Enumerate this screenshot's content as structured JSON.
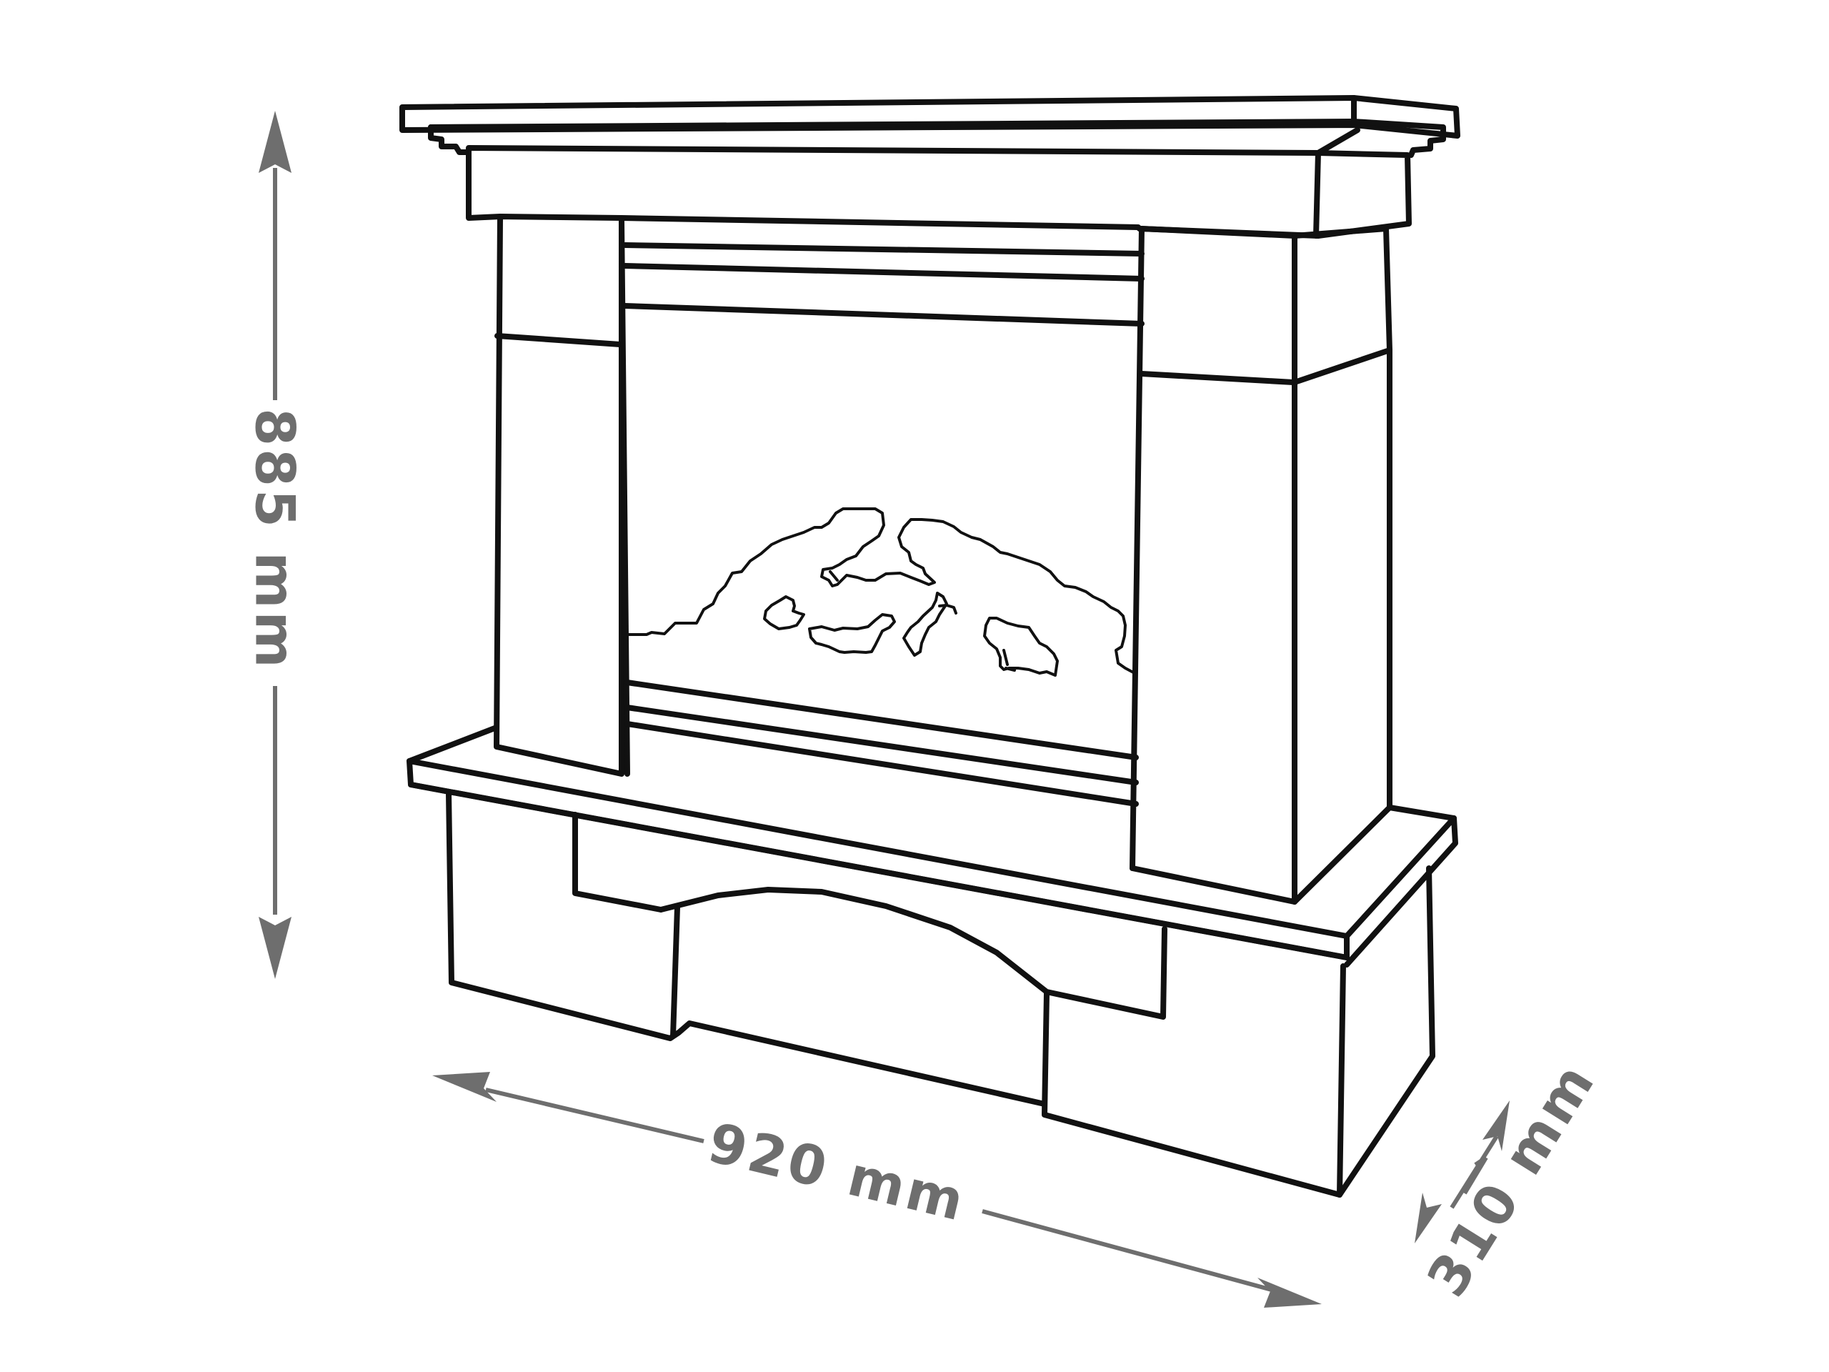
{
  "dimensions": {
    "height": "885 mm",
    "width": "920 mm",
    "depth": "310 mm"
  },
  "colors": {
    "outline": "#111111",
    "dimension": "#6e6e6e",
    "background": "#ffffff"
  }
}
